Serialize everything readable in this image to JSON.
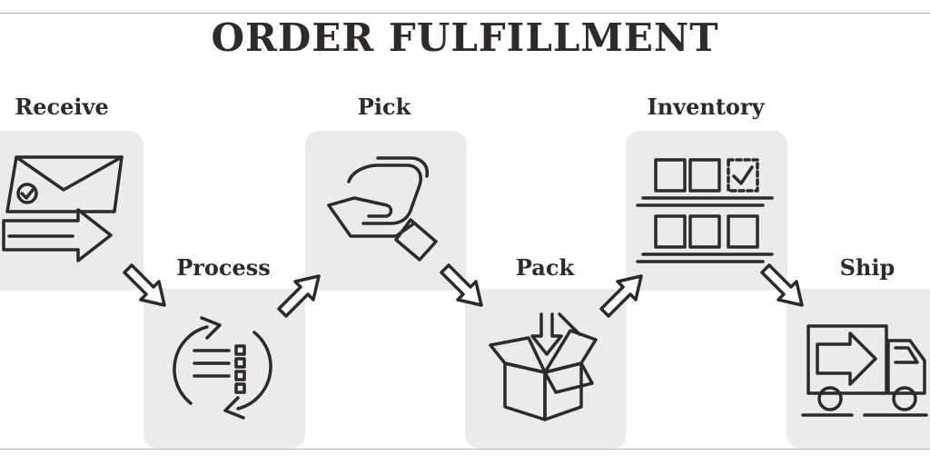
{
  "title": "ORDER FULFILLMENT",
  "steps": [
    {
      "label": "Receive",
      "icon": "envelope-arrow-icon"
    },
    {
      "label": "Process",
      "icon": "process-cycle-icon"
    },
    {
      "label": "Pick",
      "icon": "hand-pick-icon"
    },
    {
      "label": "Pack",
      "icon": "open-box-icon"
    },
    {
      "label": "Inventory",
      "icon": "inventory-shelves-icon"
    },
    {
      "label": "Ship",
      "icon": "delivery-truck-icon"
    }
  ],
  "colors": {
    "ink": "#2e2a28",
    "tile": "#ebebeb",
    "background": "#ffffff"
  }
}
